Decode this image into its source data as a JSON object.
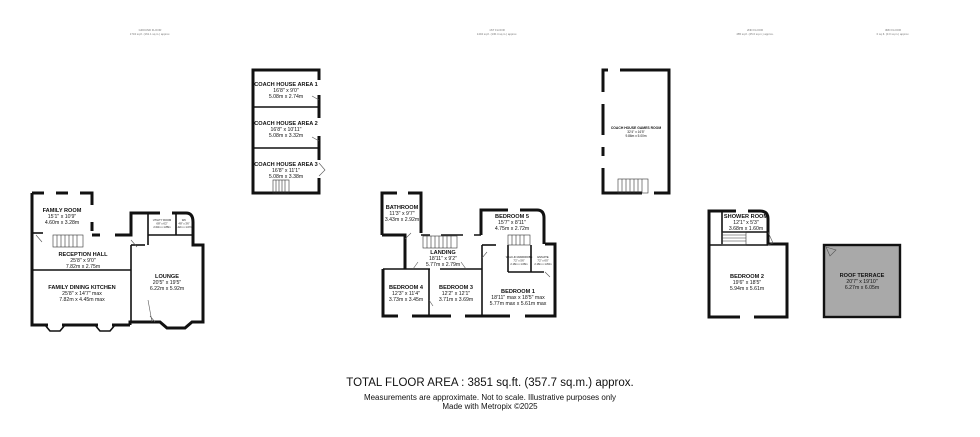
{
  "floors": [
    {
      "id": "ground",
      "header": "GROUND FLOOR",
      "area": "1734 sq.ft. (161.1 sq.m.) approx.",
      "rooms": [
        {
          "name": "FAMILY ROOM",
          "imperial": "15'1\" x 10'9\"",
          "metric": "4.60m x 3.28m"
        },
        {
          "name": "RECEPTION HALL",
          "imperial": "25'8\" x 9'0\"",
          "metric": "7.82m x 2.75m"
        },
        {
          "name": "FAMILY DINING KITCHEN",
          "imperial": "25'8\" x 14'7\" max",
          "metric": "7.82m x 4.45m max"
        },
        {
          "name": "LOUNGE",
          "imperial": "20'5\" x 19'5\"",
          "metric": "6.22m x 5.92m"
        },
        {
          "name": "UTILITY ROOM",
          "imperial": "6'8\" x 6'2\"",
          "metric": "2.03m x 1.88m"
        },
        {
          "name": "WC",
          "imperial": "4'8\" x 3'6\"",
          "metric": "1.42m x 1.07m"
        },
        {
          "name": "COACH HOUSE AREA 1",
          "imperial": "16'8\" x 9'0\"",
          "metric": "5.08m x 2.74m"
        },
        {
          "name": "COACH HOUSE AREA 2",
          "imperial": "16'8\" x 10'11\"",
          "metric": "5.08m x 3.32m"
        },
        {
          "name": "COACH HOUSE AREA 3",
          "imperial": "16'8\" x 11'1\"",
          "metric": "5.08m x 3.38m"
        }
      ]
    },
    {
      "id": "first",
      "header": "1ST FLOOR",
      "area": "1404 sq.ft. (130.4 sq.m.) approx.",
      "rooms": [
        {
          "name": "BATHROOM",
          "imperial": "11'3\" x 9'7\"",
          "metric": "3.43m x 2.92m"
        },
        {
          "name": "BEDROOM 5",
          "imperial": "15'7\" x 8'11\"",
          "metric": "4.75m x 2.72m"
        },
        {
          "name": "LANDING",
          "imperial": "18'11\" x 9'2\"",
          "metric": "5.77m x 2.79m"
        },
        {
          "name": "BEDROOM 4",
          "imperial": "12'3\" x 11'4\"",
          "metric": "3.73m x 3.45m"
        },
        {
          "name": "BEDROOM 3",
          "imperial": "12'2\" x 12'1\"",
          "metric": "3.71m x 3.69m"
        },
        {
          "name": "BEDROOM 1",
          "imperial": "18'11\" max x 18'5\" max",
          "metric": "5.77m max x 5.61m max"
        },
        {
          "name": "WALK-IN WARDROBE",
          "imperial": "7'2\" x 5'6\"",
          "metric": "2.18m x 1.68m"
        },
        {
          "name": "ENSUITE",
          "imperial": "7'2\" x 6'0\"",
          "metric": "2.18m x 1.83m"
        },
        {
          "name": "COACH HOUSE GAMES ROOM",
          "imperial": "32'4\" x 16'5\"",
          "metric": "9.86m x 5.00m"
        }
      ]
    },
    {
      "id": "second",
      "header": "2ND FLOOR",
      "area": "485 sq.ft. (45.0 sq.m.) approx.",
      "rooms": [
        {
          "name": "SHOWER ROOM",
          "imperial": "12'1\" x 5'3\"",
          "metric": "3.68m x 1.60m"
        },
        {
          "name": "BEDROOM 2",
          "imperial": "19'6\" x 18'5\"",
          "metric": "5.94m x 5.61m"
        }
      ]
    },
    {
      "id": "third",
      "header": "3RD FLOOR",
      "area": "0 sq.ft. (0.0 sq.m.) approx.",
      "rooms": [
        {
          "name": "ROOF TERRACE",
          "imperial": "20'7\" x 19'10\"",
          "metric": "6.27m x 6.05m"
        }
      ]
    }
  ],
  "footer": {
    "total": "TOTAL FLOOR AREA : 3851 sq.ft. (357.7 sq.m.) approx.",
    "note": "Measurements are approximate.  Not to scale.  Illustrative purposes only",
    "made": "Made with Metropix ©2025"
  },
  "colors": {
    "walls": "#111111",
    "terrace": "#a9a9a9",
    "background": "#ffffff"
  }
}
